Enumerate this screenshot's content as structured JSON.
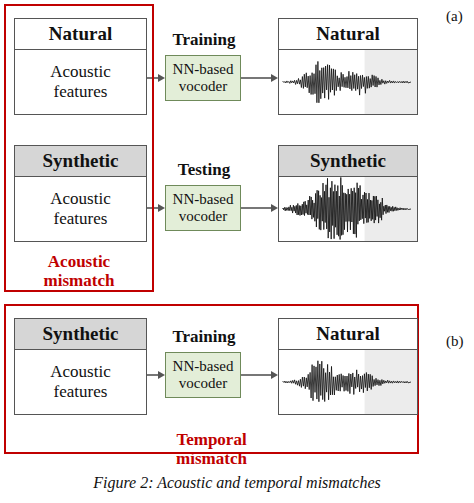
{
  "diagram": {
    "caption": "Figure 2: Acoustic and temporal mismatches",
    "nodes": [
      {
        "text": [
          "Acoustic mismatch"
        ]
      },
      {
        "text": [
          "Natural",
          "Acoustic features"
        ],
        "in": 0
      },
      {
        "text": [
          "Training",
          "NN-based vocoder"
        ]
      },
      {
        "text": [
          "Natural"
        ]
      },
      {
        "text": [
          "Synthetic",
          "Acoustic features"
        ],
        "in": 0
      },
      {
        "text": [
          "Testing",
          "NN-based vocoder"
        ]
      },
      {
        "text": [
          "Synthetic"
        ]
      },
      {
        "text": [
          "Temporal mismatch"
        ]
      },
      {
        "text": [
          "Synthetic",
          "Acoustic features"
        ],
        "in": 7
      },
      {
        "text": [
          "Training",
          "NN-based vocoder"
        ],
        "in": 7
      },
      {
        "text": [
          "Natural"
        ],
        "in": 7
      }
    ],
    "edges": [
      {
        "from": 1,
        "to": 2,
        "arrow": "to"
      },
      {
        "from": 2,
        "to": 3,
        "arrow": "to"
      },
      {
        "from": 4,
        "to": 5,
        "arrow": "to"
      },
      {
        "from": 5,
        "to": 6,
        "arrow": "to"
      },
      {
        "from": 8,
        "to": 9,
        "arrow": "to"
      },
      {
        "from": 9,
        "to": 10,
        "arrow": "to"
      }
    ],
    "labels": [
      "(a)",
      "(b)"
    ]
  }
}
